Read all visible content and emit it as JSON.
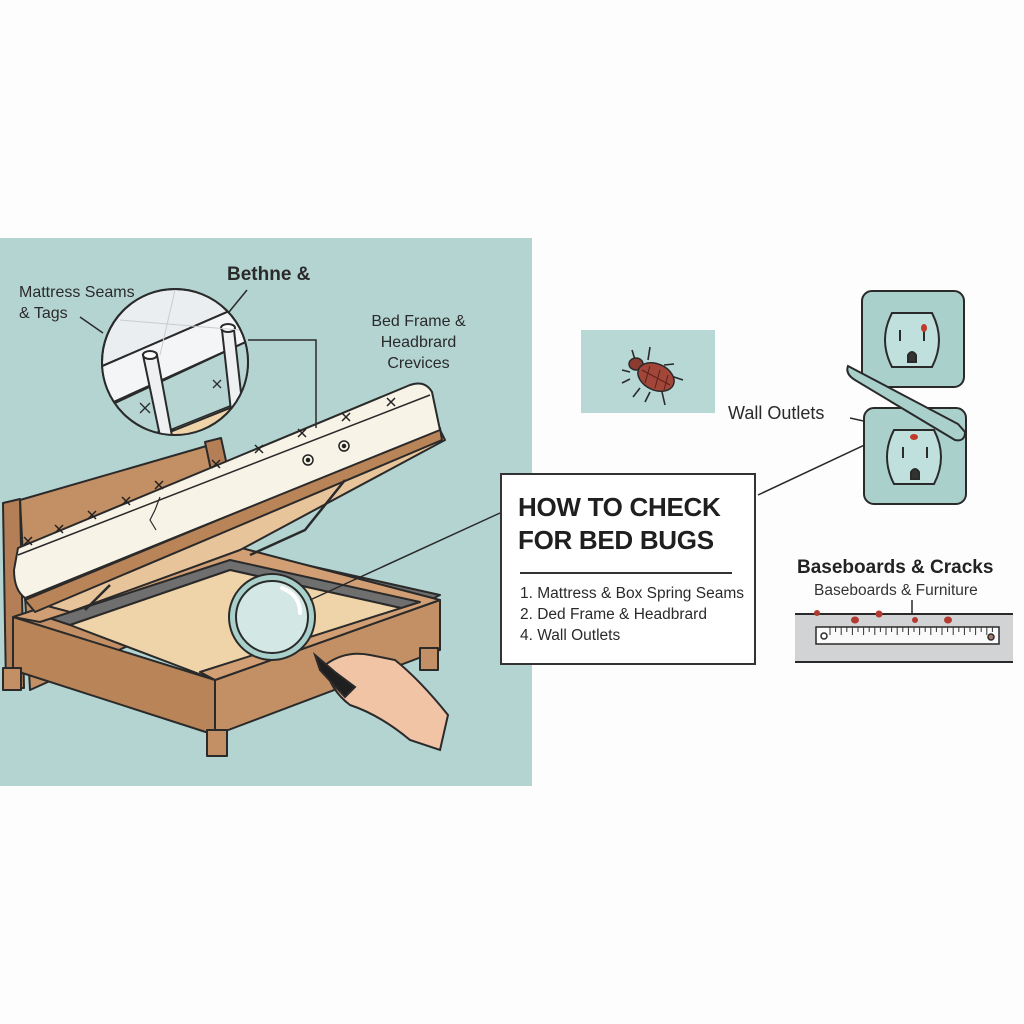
{
  "title": {
    "line1": "HOW TO CHECK",
    "line2": "FOR BED BUGS"
  },
  "checklist": [
    "1. Mattress & Box Spring Seams",
    "2. Ded Frame & Headbrard",
    "4. Wall Outlets"
  ],
  "callouts": {
    "mattress_seams_line1": "Mattress Seams",
    "mattress_seams_line2": "& Tags",
    "bethne": "Bethne &",
    "bed_frame_line1": "Bed Frame &",
    "bed_frame_line2": "Headbrard",
    "bed_frame_line3": "Crevices",
    "wall_outlets": "Wall Outlets",
    "baseboards_title": "Baseboards & Cracks",
    "baseboards_sub": "Baseboards & Furniture"
  },
  "colors": {
    "panel_bg": "#b4d4d1",
    "wood": "#c38f65",
    "mattress": "#f7f3e6",
    "bug": "#a2463a",
    "outlet": "#a9d0cb",
    "skin": "#f2c4a6"
  }
}
